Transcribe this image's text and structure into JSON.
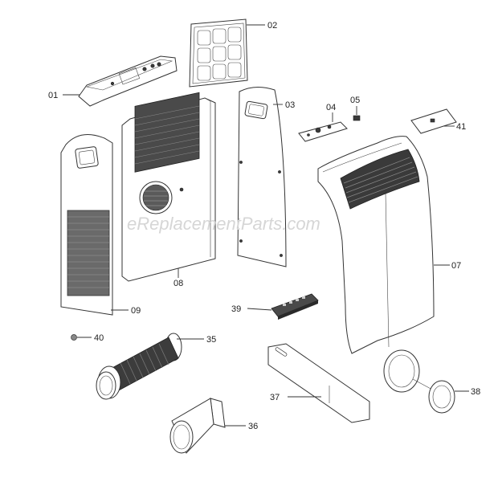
{
  "watermark": "eReplacementParts.com",
  "callouts": {
    "c01": "01",
    "c02": "02",
    "c03": "03",
    "c04": "04",
    "c05": "05",
    "c07": "07",
    "c08": "08",
    "c09": "09",
    "c35": "35",
    "c36": "36",
    "c37": "37",
    "c38": "38",
    "c39": "39",
    "c40": "40",
    "c41": "41"
  }
}
